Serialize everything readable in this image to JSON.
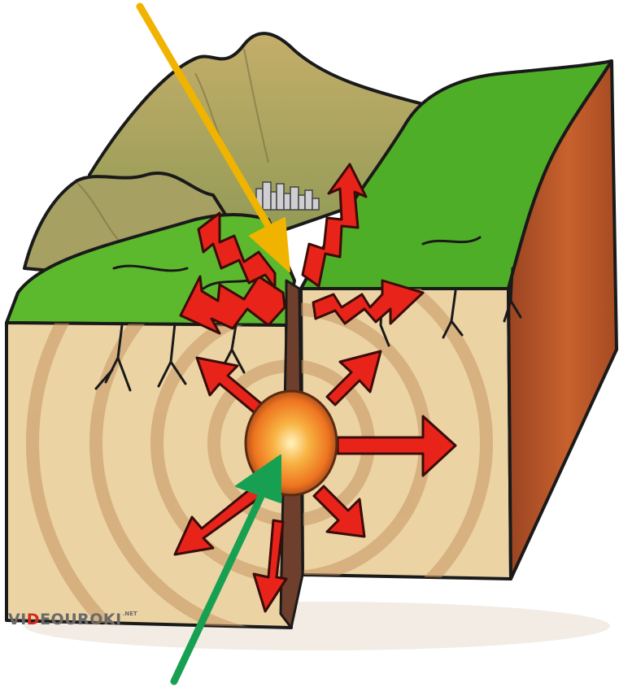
{
  "watermark": {
    "prefix": "VI",
    "accent": "D",
    "main": "EOUROKI",
    "tld": ".NET"
  },
  "colors": {
    "grass": "#5cb82c",
    "mountain": "#a79a5c",
    "soil": "#e9cf9f",
    "soil_dark": "#c69561",
    "fault": "#6e3f2c",
    "cliff": "#b85a2e",
    "focus": "#f27a1c",
    "wave_arrows": "#e8231a",
    "epicenter_arrow": "#f0b400",
    "focus_arrow": "#18a052"
  }
}
